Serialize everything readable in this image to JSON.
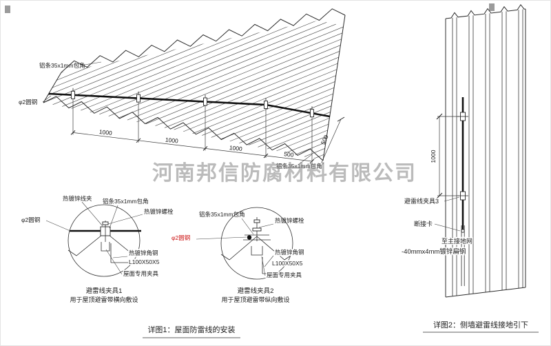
{
  "watermark": "河南邦信防腐材料有限公司",
  "colors": {
    "line": "#2b2b2b",
    "red_label": "#cc1111",
    "watermark": "#8f8f8f"
  },
  "roof": {
    "strip_top": "铝条35x1mm包角",
    "strip_bottom": "铝条35x1mm包角",
    "rod": "φ2圆钢",
    "dim1": "1000",
    "dim2": "1000",
    "dim3": "1000",
    "dim4": "500",
    "dim_side": "500"
  },
  "clamp1": {
    "clip": "热镀锌线夹",
    "strip": "铝条35x1mm包角",
    "bolt": "热镀锌螺栓",
    "rod": "φ2圆钢",
    "angle": "热镀锌角钢",
    "angle_size": "L100X50X5",
    "fixture": "屋面专用夹具",
    "title": "避雷线夹具1",
    "subtitle": "用于屋顶避雷带横向敷设"
  },
  "clamp2": {
    "strip": "铝条35x1mm包角",
    "bolt": "热镀锌螺栓",
    "rod": "φ2圆钢",
    "angle": "热镀锌角钢",
    "angle_size": "L100X50X5",
    "fixture": "屋面专用夹具",
    "title": "避雷线夹具2",
    "subtitle": "用于屋顶避雷带纵向敷设"
  },
  "wall": {
    "clamp3": "避雷线夹具3",
    "disconnect": "断接卡",
    "to_ground": "至主接地网",
    "flat_steel": "-40mmx4mm镀锌扁钢",
    "dim": "1000"
  },
  "captions": {
    "detail1": "详图1：屋面防雷线的安装",
    "detail2": "详图2：侧墙避雷线接地引下"
  }
}
